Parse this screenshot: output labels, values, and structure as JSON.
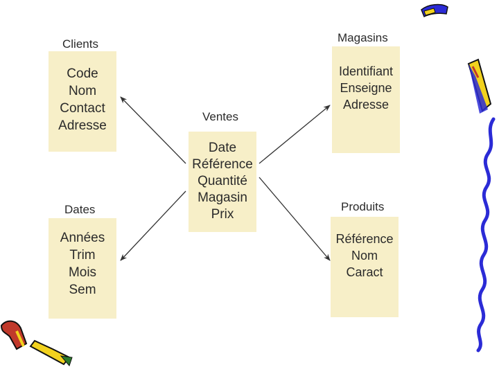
{
  "entities": {
    "clients": {
      "title": "Clients",
      "fields": [
        "Code",
        "Nom",
        "Contact",
        "Adresse"
      ]
    },
    "dates": {
      "title": "Dates",
      "fields": [
        "Années",
        "Trim",
        "Mois",
        "Sem"
      ]
    },
    "ventes": {
      "title": "Ventes",
      "fields": [
        "Date",
        "Référence",
        "Quantité",
        "Magasin",
        "Prix"
      ]
    },
    "magasins": {
      "title": "Magasins",
      "fields": [
        "Identifiant",
        "Enseigne",
        "Adresse"
      ]
    },
    "produits": {
      "title": "Produits",
      "fields": [
        "Référence",
        "Nom",
        "Caract"
      ]
    }
  },
  "relations": [
    {
      "from": "ventes",
      "to": "clients"
    },
    {
      "from": "ventes",
      "to": "dates"
    },
    {
      "from": "ventes",
      "to": "magasins"
    },
    {
      "from": "ventes",
      "to": "produits"
    }
  ],
  "colors": {
    "box_fill": "#f7efc8",
    "text": "#2a2a2a",
    "arrow": "#333333",
    "clip_art_blue": "#2b2bd6",
    "clip_art_black": "#111111",
    "clip_art_yellow": "#f2d21e",
    "clip_art_red": "#c0392b"
  },
  "decorations": [
    "pen-clipart-icon",
    "pencil-clipart-icon",
    "squiggle-line-icon",
    "pencil-bottom-left-icon"
  ]
}
